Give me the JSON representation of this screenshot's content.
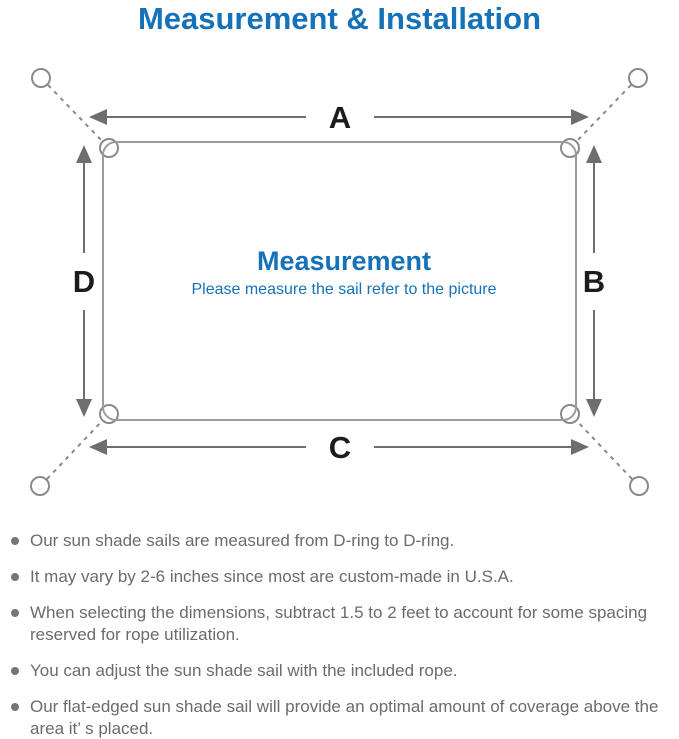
{
  "title": "Measurement & Installation",
  "diagram": {
    "dimension_labels": {
      "top": "A",
      "right": "B",
      "bottom": "C",
      "left": "D"
    },
    "center_heading": "Measurement",
    "center_caption": "Please measure the sail refer to the picture"
  },
  "notes": {
    "items": [
      "Our sun shade sails are measured from D-ring to D-ring.",
      "It may vary by 2-6 inches since most are custom-made in U.S.A.",
      "When selecting the dimensions, subtract 1.5 to 2 feet to account for some spacing reserved for rope utilization.",
      "You can adjust the sun shade sail with the included rope.",
      "Our flat-edged sun shade sail will provide an optimal amount of coverage above the area it’ s placed."
    ]
  },
  "colors": {
    "accent_blue": "#1572b8",
    "diagram_line_gray": "#8a8a8a",
    "arrow_gray": "#6e6e6e",
    "dimension_label_black": "#1c1c1c",
    "note_text_gray": "#6b6b6b"
  }
}
